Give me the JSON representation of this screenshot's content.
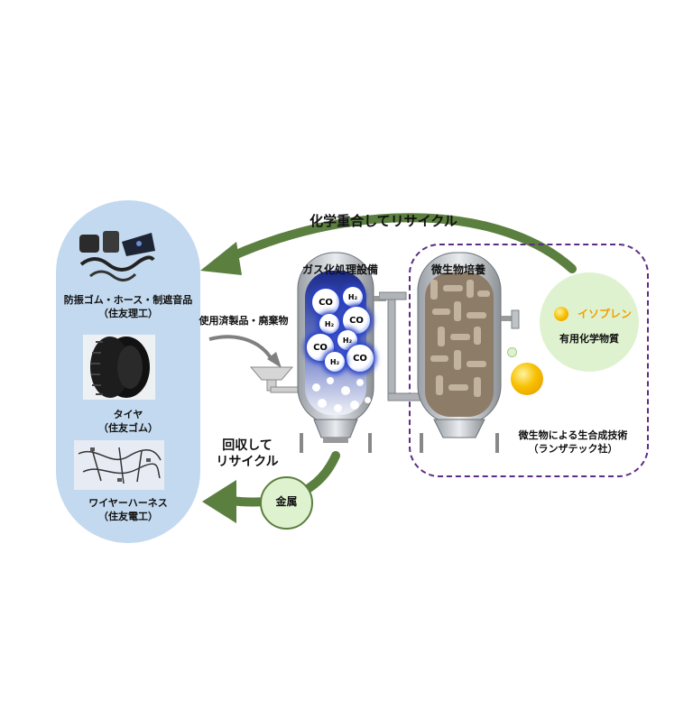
{
  "arrows": {
    "chemical_recycle_label": "化学重合してリサイクル",
    "collect_recycle_label_line1": "回収して",
    "collect_recycle_label_line2": "リサイクル",
    "input_label": "使用済製品・廃棄物"
  },
  "products": [
    {
      "name_line1": "防振ゴム・ホース・制遮音品",
      "name_line2": "（住友理工）"
    },
    {
      "name_line1": "タイヤ",
      "name_line2": "（住友ゴム）"
    },
    {
      "name_line1": "ワイヤーハーネス",
      "name_line2": "（住友電工）"
    }
  ],
  "gas_tank": {
    "label": "ガス化処理設備",
    "molecules": [
      "CO",
      "H₂",
      "H₂",
      "CO",
      "CO",
      "H₂",
      "CO",
      "H₂"
    ]
  },
  "microbe_tank": {
    "label": "微生物培養"
  },
  "lanzatech": {
    "caption_line1": "微生物による生合成技術",
    "caption_line2": "（ランザテック社）"
  },
  "isoprene": {
    "label": "イソプレン",
    "caption": "有用化学物質"
  },
  "metal": {
    "label": "金属"
  },
  "colors": {
    "arrow_green": "#5a7f3f",
    "pill_blue": "#c3d9ef",
    "light_green_circle": "#dff2cf",
    "isoprene_orange": "#f0a000",
    "dashed_purple": "#5c2d82"
  }
}
